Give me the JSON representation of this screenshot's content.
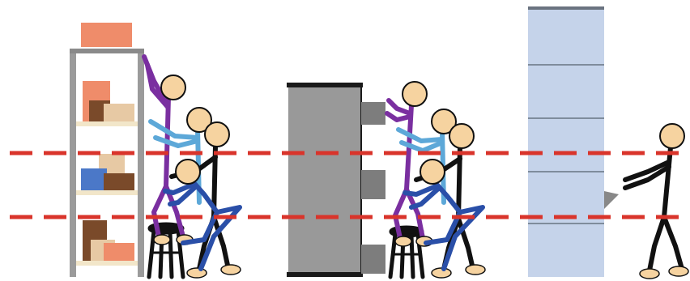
{
  "figure": {
    "panels": [
      "open-shelving-workstation",
      "mobile-cabinet-workstation",
      "tall-cabinet-workstation"
    ],
    "reference_lines": [
      "upper-reach-line",
      "lower-reach-line"
    ]
  },
  "colors": {
    "background": "#ffffff",
    "shelf_frame": "#9b9b9b",
    "shelf_board": "#f2e6c9",
    "box_orange": "#ef8c6a",
    "box_brown": "#7a4a2a",
    "box_tan": "#e7c9a4",
    "box_blue": "#4b78c8",
    "cabinet_gray": "#999999",
    "cabinet_dark": "#1a1a1a",
    "drawer_gray": "#7d7d7d",
    "tall_cabinet": "#c5d3ea",
    "tall_cabinet_line": "#7f8c9c",
    "dashed_line": "#d9342b",
    "skin": "#f6d3a0",
    "figure_purple": "#7a2fa0",
    "figure_lightblue": "#5da8d8",
    "figure_black": "#111111",
    "figure_navy": "#2a4fa8",
    "stool": "#111111"
  }
}
